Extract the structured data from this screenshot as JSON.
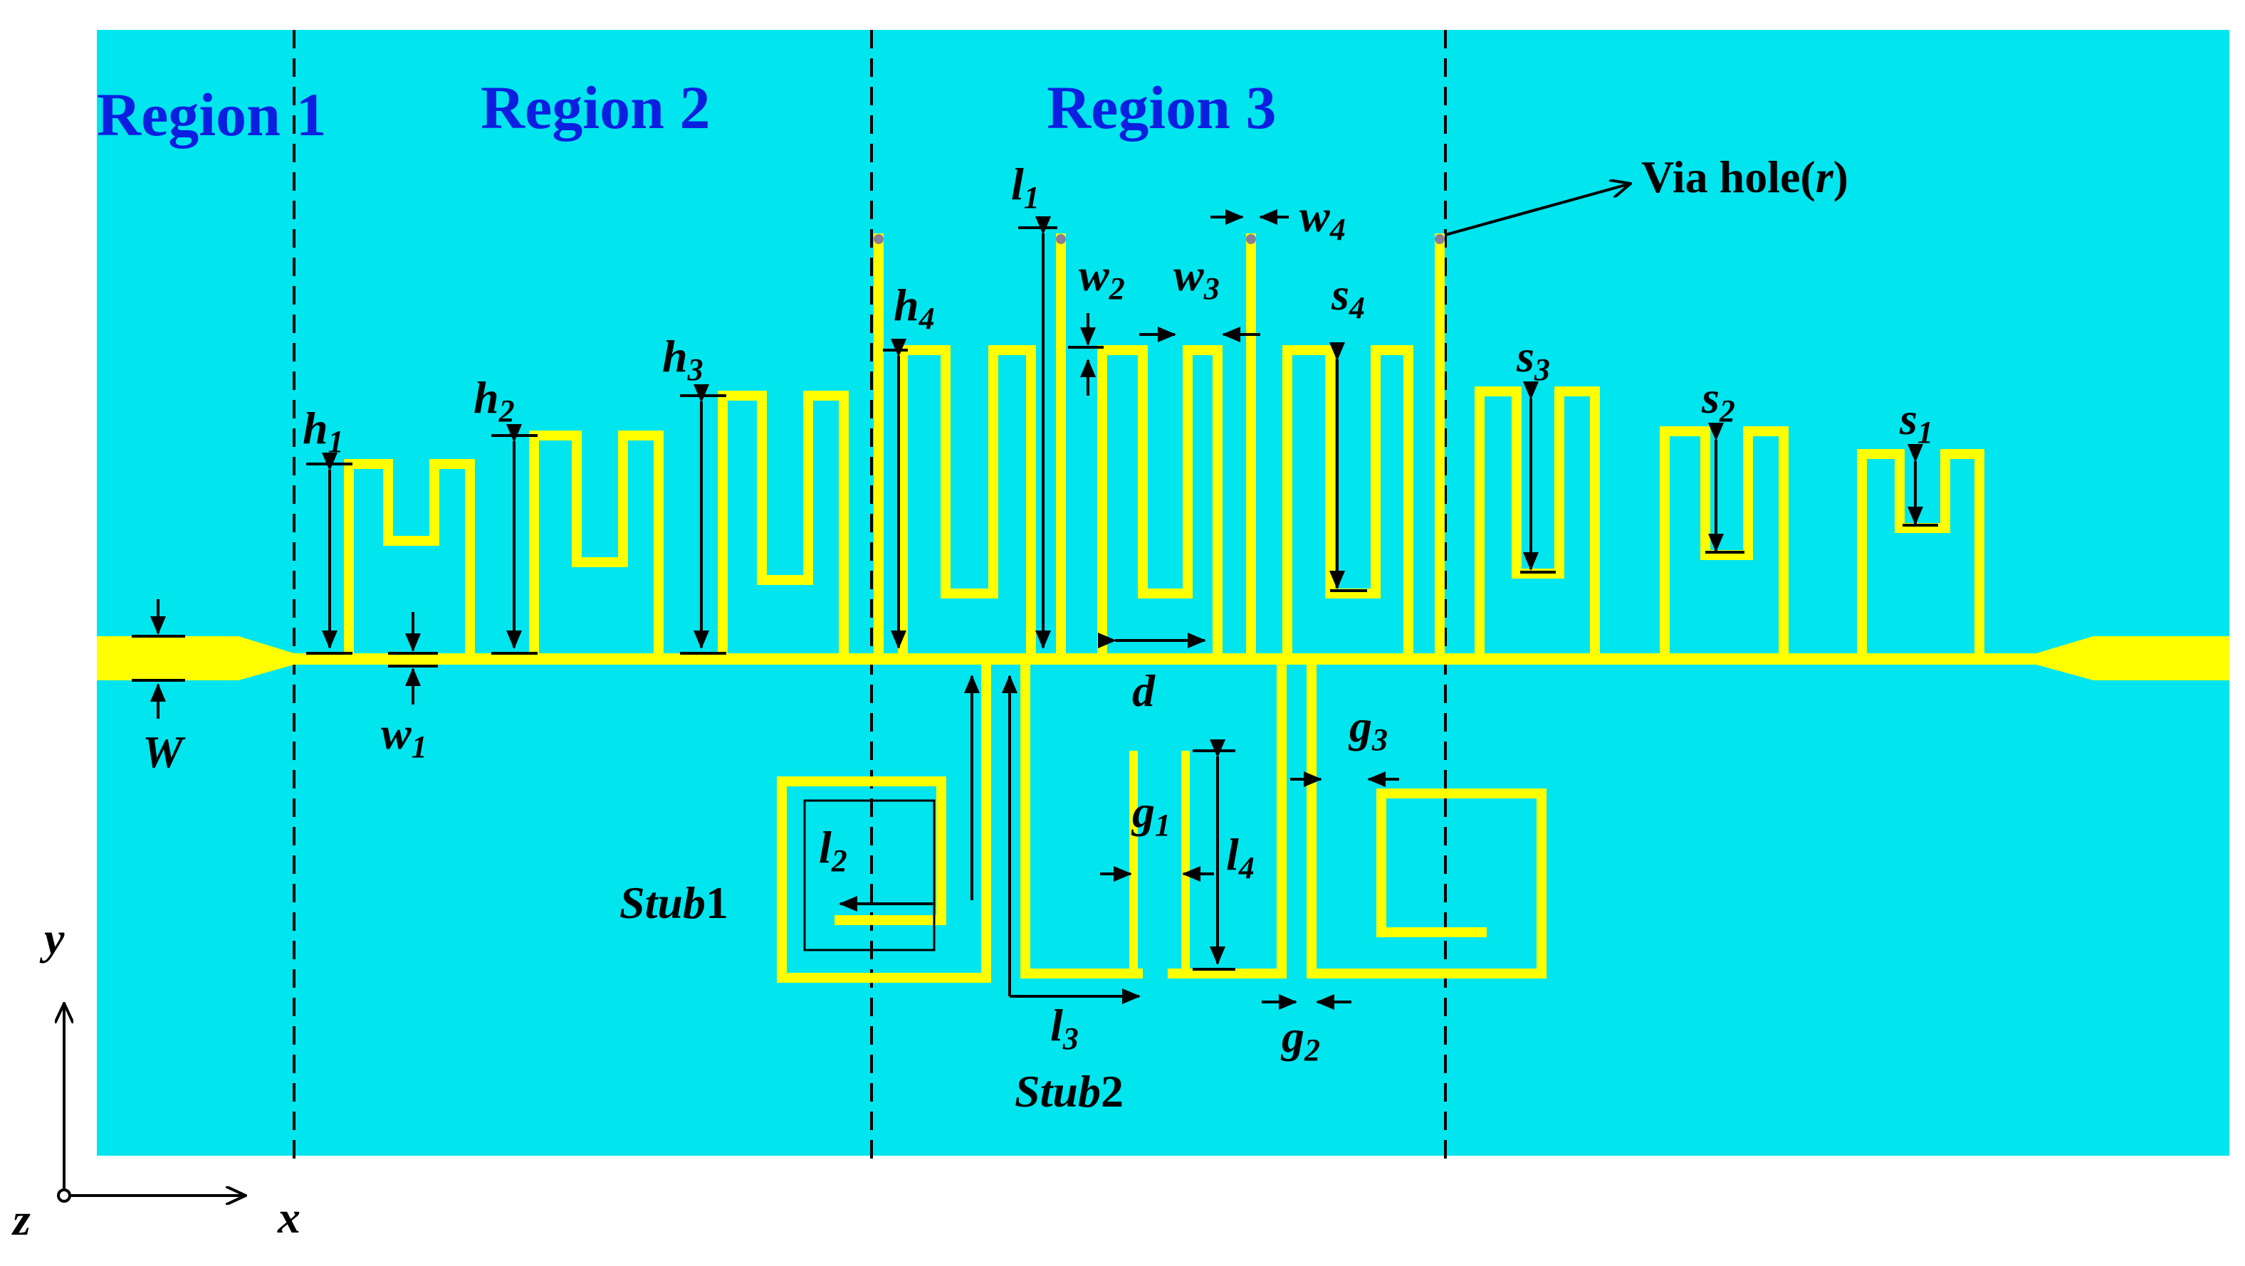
{
  "colors": {
    "substrate": "#00e5ee",
    "metal": "#ffff00",
    "region_text": "#0b1fe0",
    "via": "#8a7f9a"
  },
  "regions": [
    "Region 1",
    "Region 2",
    "Region 3"
  ],
  "labels": {
    "via": "Via hole(",
    "via_r": "r",
    "via_close": ")",
    "stub1": "Stub",
    "stub1_num": "1",
    "stub2": "Stub",
    "stub2_num": "2",
    "W": "W",
    "d": "d",
    "axis_x": "x",
    "axis_y": "y",
    "axis_z": "z"
  },
  "params": {
    "h1": {
      "base": "h",
      "sub": "1"
    },
    "h2": {
      "base": "h",
      "sub": "2"
    },
    "h3": {
      "base": "h",
      "sub": "3"
    },
    "h4": {
      "base": "h",
      "sub": "4"
    },
    "w1": {
      "base": "w",
      "sub": "1"
    },
    "w2": {
      "base": "w",
      "sub": "2"
    },
    "w3": {
      "base": "w",
      "sub": "3"
    },
    "w4": {
      "base": "w",
      "sub": "4"
    },
    "l1": {
      "base": "l",
      "sub": "1"
    },
    "l2": {
      "base": "l",
      "sub": "2"
    },
    "l3": {
      "base": "l",
      "sub": "3"
    },
    "l4": {
      "base": "l",
      "sub": "4"
    },
    "s1": {
      "base": "s",
      "sub": "1"
    },
    "s2": {
      "base": "s",
      "sub": "2"
    },
    "s3": {
      "base": "s",
      "sub": "3"
    },
    "s4": {
      "base": "s",
      "sub": "4"
    },
    "g1": {
      "base": "g",
      "sub": "1"
    },
    "g2": {
      "base": "g",
      "sub": "2"
    },
    "g3": {
      "base": "g",
      "sub": "3"
    }
  }
}
